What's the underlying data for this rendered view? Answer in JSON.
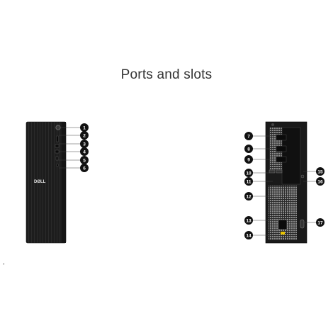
{
  "title": "Ports and slots",
  "side_note": "•",
  "brand_logo": "DØLL",
  "front_callouts": [
    "1",
    "2",
    "3",
    "4",
    "5",
    "6"
  ],
  "rear_callouts_left": [
    "7",
    "8",
    "9",
    "10",
    "11",
    "12",
    "13",
    "14"
  ],
  "rear_callouts_right": [
    "15",
    "16",
    "17"
  ],
  "colors": {
    "chassis": "#1f1f1f",
    "callout": "#111111",
    "callout_text": "#ffffff",
    "title": "#333333"
  }
}
